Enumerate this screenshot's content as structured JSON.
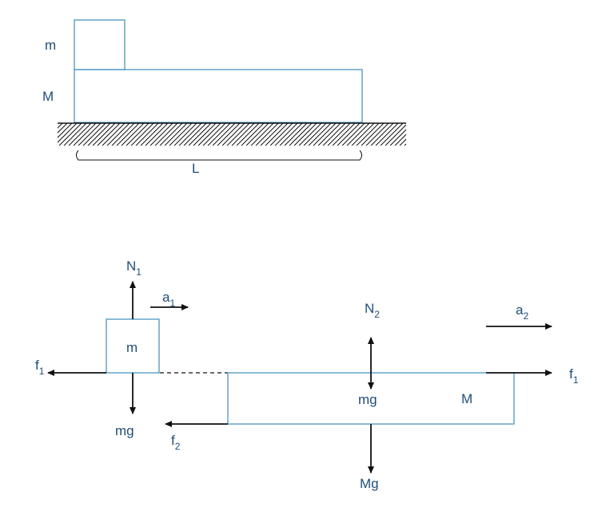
{
  "top": {
    "small_block": "m",
    "large_block": "M",
    "length": "L"
  },
  "fbd": {
    "block_m": "m",
    "block_M": "M",
    "N1": {
      "main": "N",
      "sub": "1"
    },
    "a1": {
      "main": "a",
      "sub": "1"
    },
    "f1_left": {
      "main": "f",
      "sub": "1"
    },
    "mg_m": "mg",
    "N2": {
      "main": "N",
      "sub": "2"
    },
    "a2": {
      "main": "a",
      "sub": "2"
    },
    "f1_right": {
      "main": "f",
      "sub": "1"
    },
    "mg_M": "mg",
    "f2": {
      "main": "f",
      "sub": "2"
    },
    "Mg": "Mg"
  },
  "colors": {
    "outline": "#3c8dbc",
    "text": "#1f4e79",
    "arrow": "#111111"
  }
}
